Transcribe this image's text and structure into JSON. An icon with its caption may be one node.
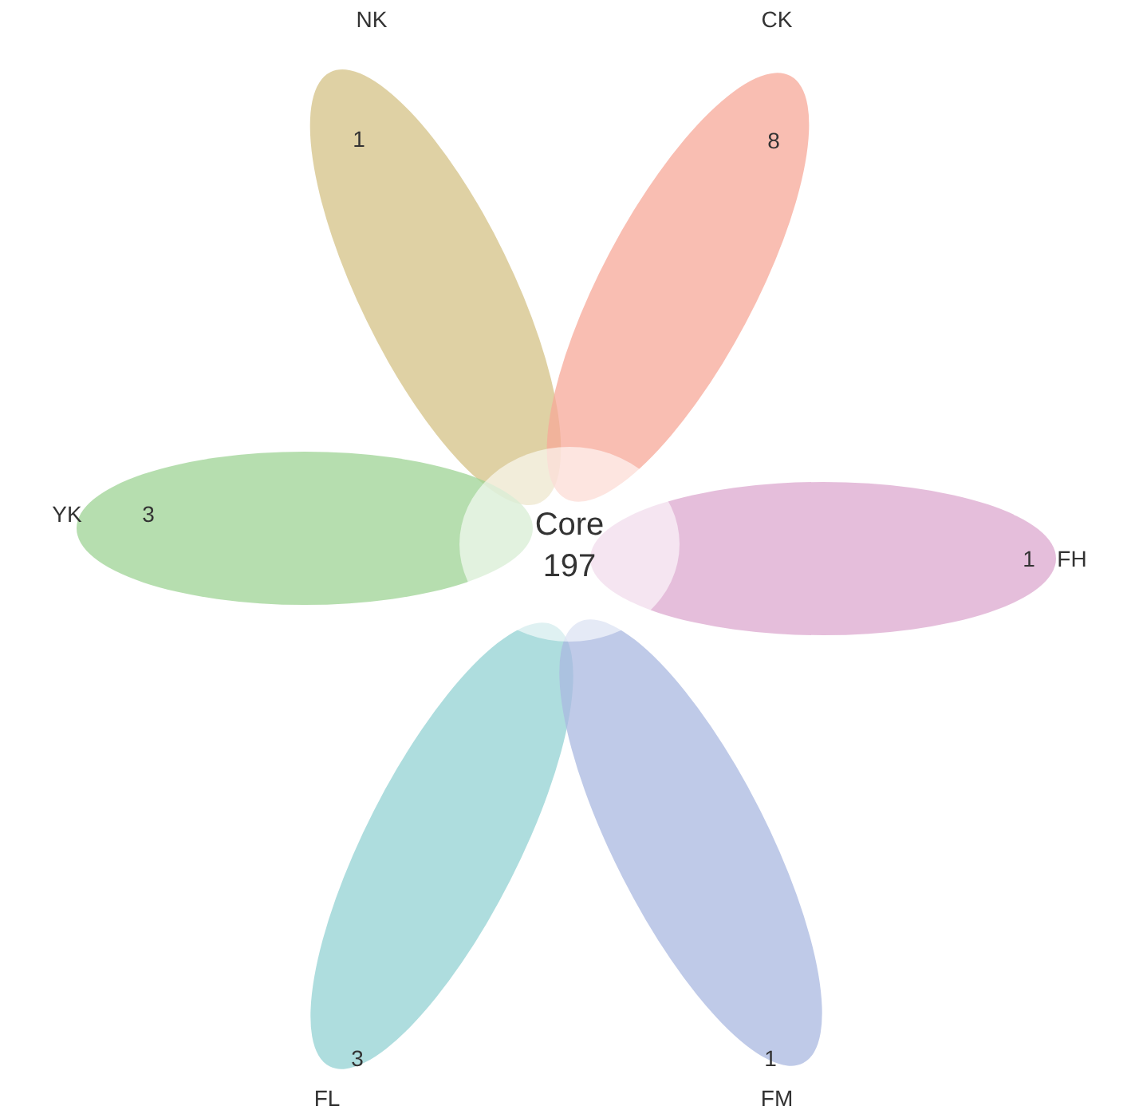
{
  "diagram": {
    "nodes": [
      {
        "text": [
          "1"
        ],
        "beside": [
          "NK"
        ]
      },
      {
        "text": [
          "8"
        ],
        "beside": [
          "CK"
        ]
      },
      {
        "text": [
          "3"
        ],
        "beside": [
          "YK"
        ]
      },
      {
        "text": [
          "1"
        ],
        "beside": [
          "FH"
        ]
      },
      {
        "text": [
          "3"
        ],
        "beside": [
          "FL"
        ]
      },
      {
        "text": [
          "1"
        ],
        "beside": [
          "FM"
        ]
      },
      {
        "text": [
          "Core",
          "197"
        ]
      }
    ]
  }
}
